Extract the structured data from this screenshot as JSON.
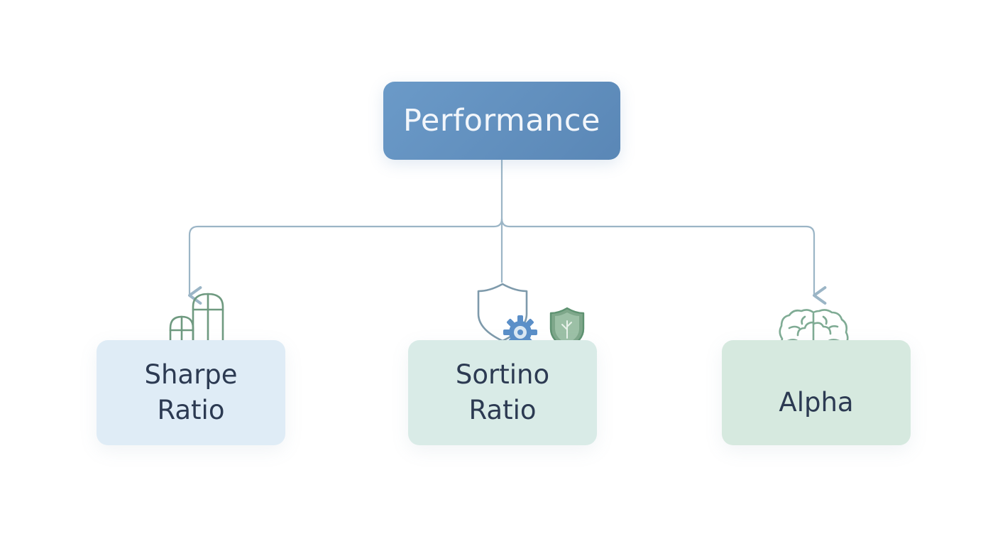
{
  "diagram": {
    "root": {
      "label": "Performance"
    },
    "children": [
      {
        "label_line1": "Sharpe",
        "label_line2": "Ratio",
        "icon": "bar-chart-icon"
      },
      {
        "label_line1": "Sortino",
        "label_line2": "Ratio",
        "icons": [
          "shield-icon",
          "gear-icon",
          "shield-leaf-icon"
        ]
      },
      {
        "label": "Alpha",
        "icon": "brain-icon"
      }
    ]
  },
  "colors": {
    "root_fill": "#5f8dbc",
    "connector": "#9bb5c6",
    "icon_green": "#6f9a80",
    "icon_steel": "#7e9aab",
    "gear_blue": "#5b8fc8",
    "shield_green": "#5e9271"
  }
}
